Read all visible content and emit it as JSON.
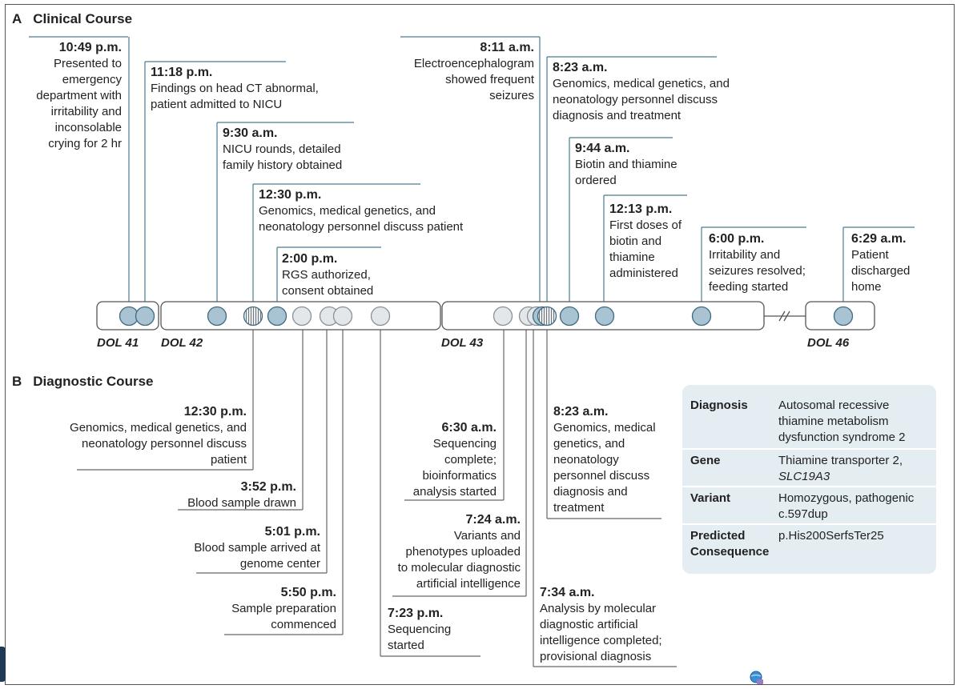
{
  "section_a": {
    "letter": "A",
    "title": "Clinical Course"
  },
  "section_b": {
    "letter": "B",
    "title": "Diagnostic Course"
  },
  "days": [
    "DOL 41",
    "DOL 42",
    "DOL 43",
    "DOL 46"
  ],
  "clinical_events": [
    {
      "time": "10:49 p.m.",
      "text": "Presented to emergency department with irritability and inconsolable crying for 2 hr"
    },
    {
      "time": "11:18 p.m.",
      "text": "Findings on head CT abnormal, patient admitted to NICU"
    },
    {
      "time": "9:30 a.m.",
      "text": "NICU rounds, detailed family history obtained"
    },
    {
      "time": "12:30 p.m.",
      "text": "Genomics, medical genetics, and neonatology personnel discuss patient"
    },
    {
      "time": "2:00 p.m.",
      "text": "RGS authorized, consent obtained"
    },
    {
      "time": "8:11 a.m.",
      "text": "Electroencephalogram showed frequent seizures"
    },
    {
      "time": "8:23 a.m.",
      "text": "Genomics, medical genetics, and neonatology personnel discuss diagnosis and treatment"
    },
    {
      "time": "9:44 a.m.",
      "text": "Biotin and thiamine ordered"
    },
    {
      "time": "12:13 p.m.",
      "text": "First doses of biotin and thiamine administered"
    },
    {
      "time": "6:00 p.m.",
      "text": "Irritability and seizures resolved; feeding started"
    },
    {
      "time": "6:29 a.m.",
      "text": "Patient discharged home"
    }
  ],
  "diagnostic_events": [
    {
      "time": "12:30 p.m.",
      "text": "Genomics, medical genetics, and neonatology personnel discuss patient"
    },
    {
      "time": "3:52 p.m.",
      "text": "Blood sample drawn"
    },
    {
      "time": "5:01 p.m.",
      "text": "Blood sample arrived at genome center"
    },
    {
      "time": "5:50 p.m.",
      "text": "Sample preparation commenced"
    },
    {
      "time": "7:23 p.m.",
      "text": "Sequencing started"
    },
    {
      "time": "6:30 a.m.",
      "text": "Sequencing complete; bioinformatics analysis started"
    },
    {
      "time": "7:24 a.m.",
      "text": "Variants and phenotypes uploaded to molecular diagnostic artificial intelligence"
    },
    {
      "time": "7:34 a.m.",
      "text": "Analysis by molecular diagnostic artificial intelligence completed; provisional diagnosis"
    },
    {
      "time": "8:23 a.m.",
      "text": "Genomics, medical genetics, and neonatology personnel discuss diagnosis and treatment"
    }
  ],
  "summary": [
    {
      "label": "Diagnosis",
      "value": "Autosomal recessive thiamine metabolism dysfunction syndrome 2"
    },
    {
      "label": "Gene",
      "value": "Thiamine transporter 2,",
      "value_italic": "SLC19A3"
    },
    {
      "label": "Variant",
      "value": "Homozygous, pathogenic c.597dup"
    },
    {
      "label": "Predicted Consequence",
      "value": "p.His200SerfsTer25"
    }
  ],
  "colors": {
    "clinical_marker": "#a9c3d2",
    "diagnostic_marker": "#e3e7ea",
    "leader_clinical": "#4a7a93",
    "leader_diagnostic": "#666666",
    "card_bg": "#e4edf2"
  }
}
